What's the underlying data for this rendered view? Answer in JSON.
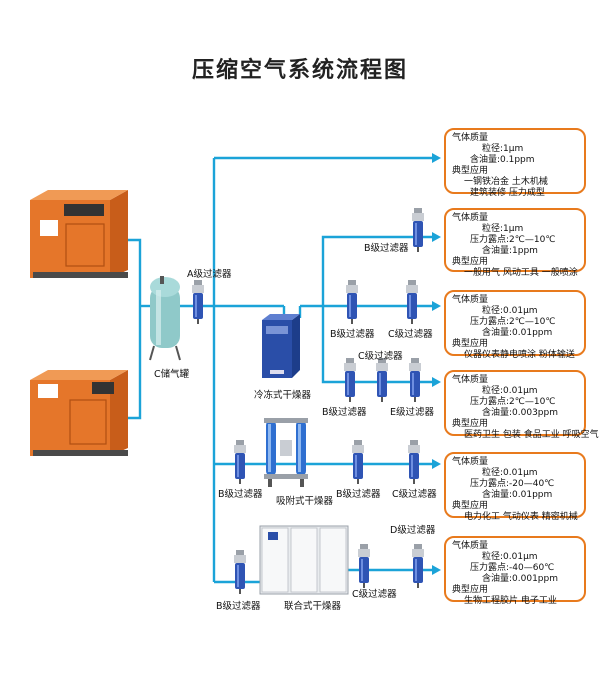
{
  "title": "压缩空气系统流程图",
  "labels": {
    "storage_tank": "C储气罐",
    "a_filter": "A级过滤器",
    "b_filter_row2": "B级过滤器",
    "b_filter_row3": "B级过滤器",
    "c_filter_row3": "C级过滤器",
    "refrigerated_dryer": "冷冻式干燥器",
    "c_filter_row4": "C级过滤器",
    "b_filter_row4": "B级过滤器",
    "e_filter_row4": "E级过滤器",
    "b_filter_row5_left": "B级过滤器",
    "adsorption_dryer": "吸附式干燥器",
    "b_filter_row5": "B级过滤器",
    "c_filter_row5": "C级过滤器",
    "d_filter_row6": "D级过滤器",
    "b_filter_row6_left": "B级过滤器",
    "combined_dryer": "联合式干燥器",
    "c_filter_row6": "C级过滤器"
  },
  "quality_boxes": [
    {
      "heading": "气体质量",
      "lines": [
        "粒径:1μm",
        "含油量:0.1ppm"
      ],
      "app_heading": "典型应用",
      "apps": [
        "一钢铁冶金 土木机械",
        "建筑装修 压力成型"
      ]
    },
    {
      "heading": "气体质量",
      "lines": [
        "粒径:1μm",
        "压力露点:2℃—10℃",
        "含油量:1ppm"
      ],
      "app_heading": "典型应用",
      "apps": [
        "一般用气  风动工具  一般喷涂"
      ]
    },
    {
      "heading": "气体质量",
      "lines": [
        "粒径:0.01μm",
        "压力露点:2℃—10℃",
        "含油量:0.01ppm"
      ],
      "app_heading": "典型应用",
      "apps": [
        "仪器仪表静电喷涂  粉体输送"
      ]
    },
    {
      "heading": "气体质量",
      "lines": [
        "粒径:0.01μm",
        "压力露点:2℃—10℃",
        "含油量:0.003ppm"
      ],
      "app_heading": "典型应用",
      "apps": [
        "医药卫生 包装 食品工业 呼吸空气"
      ]
    },
    {
      "heading": "气体质量",
      "lines": [
        "粒径:0.01μm",
        "压力露点:-20—40℃",
        "含油量:0.01ppm"
      ],
      "app_heading": "典型应用",
      "apps": [
        "电力化工  气动仪表  精密机械"
      ]
    },
    {
      "heading": "气体质量",
      "lines": [
        "粒径:0.01μm",
        "压力露点:-40—60℃",
        "含油量:0.001ppm"
      ],
      "app_heading": "典型应用",
      "apps": [
        "生物工程胶片  电子工业"
      ]
    }
  ],
  "colors": {
    "pipe": "#1ba3d8",
    "box_border": "#e87a1d",
    "compressor": "#e5762a",
    "filter": "#2f54b4",
    "dryer": "#2a4ea8",
    "tank": "#8fc9c9"
  }
}
